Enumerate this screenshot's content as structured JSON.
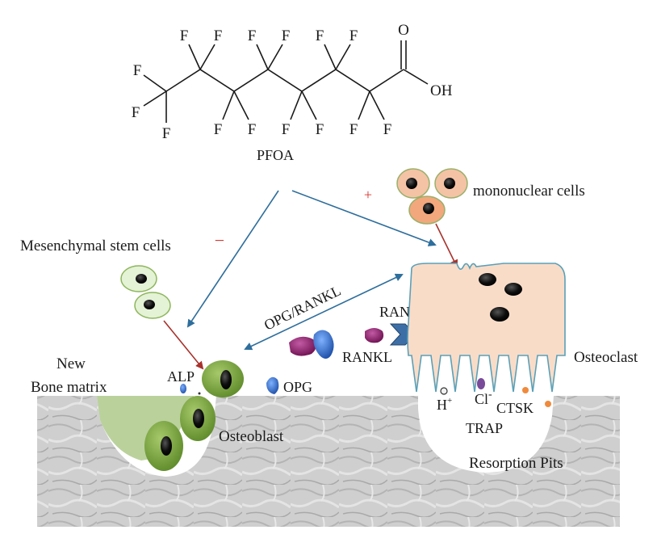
{
  "molecule": {
    "name": "PFOA",
    "fluorine_symbol": "F",
    "oxygen_symbol": "O",
    "hydroxyl_symbol": "OH"
  },
  "labels": {
    "mononuclear_cells": "mononuclear cells",
    "mesenchymal_stem_cells": "Mesenchymal stem cells",
    "new_bone_matrix_line1": "New",
    "new_bone_matrix_line2": "Bone matrix",
    "alp": "ALP",
    "osteoblast": "Osteoblast",
    "opg_rankl": "OPG/RANKL",
    "rank": "RANK",
    "rankl": "RANKL",
    "opg": "OPG",
    "osteoclast": "Osteoclast",
    "h_plus": "H",
    "h_plus_sup": "+",
    "cl_minus": "Cl",
    "cl_minus_sup": "-",
    "ctsk": "CTSK",
    "trap": "TRAP",
    "resorption_pits": "Resorption Pits"
  },
  "signs": {
    "plus": "+",
    "minus": "−"
  },
  "colors": {
    "arrow_blue": "#2e6e9c",
    "arrow_red": "#a8322c",
    "sign_red": "#d8322c",
    "osteoclast_fill": "#f9dcc8",
    "osteoclast_stroke": "#5aa0b8",
    "osteoblast_green": "#7fa53b",
    "bone_gray": "#c9c9c9",
    "mononuclear_fill": "#f4b89a",
    "msc_fill": "#e0f0d0",
    "opg_blue": "#2a6bbf",
    "rankl_purple": "#8a1c6a",
    "ctsk_orange": "#f08a3c"
  }
}
